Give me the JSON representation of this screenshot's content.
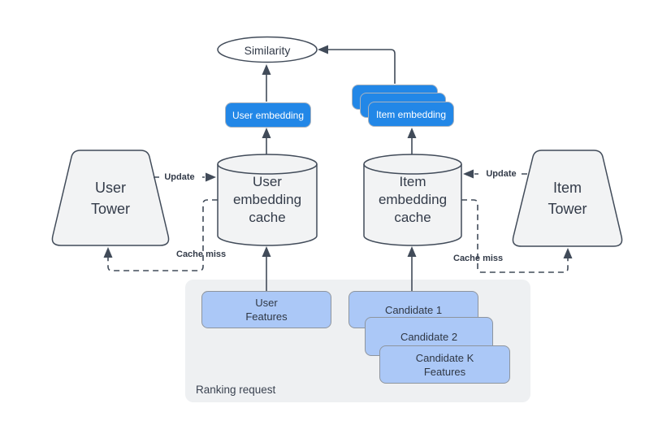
{
  "diagram": {
    "title_hint": "Two-tower ranking architecture",
    "similarity_label": "Similarity",
    "user_embedding_label": "User embedding",
    "item_embedding_label": "Item embedding",
    "user_cache_label": "User\nembedding\ncache",
    "item_cache_label": "Item\nembedding\ncache",
    "user_tower_label": "User\nTower",
    "item_tower_label": "Item\nTower",
    "update_left_label": "Update",
    "update_right_label": "Update",
    "cache_miss_left_label": "Cache miss",
    "cache_miss_right_label": "Cache miss",
    "ranking": {
      "label": "Ranking request",
      "user_features_label": "User\nFeatures",
      "candidates": [
        "Candidate 1",
        "Candidate 2",
        "Candidate K\nFeatures"
      ]
    },
    "colors": {
      "accent_blue": "#2287e7",
      "light_blue": "#abc8f7",
      "shape_fill": "#f2f3f4",
      "stroke": "#414b59",
      "container_fill": "#eef0f2",
      "text": "#333b49"
    }
  }
}
